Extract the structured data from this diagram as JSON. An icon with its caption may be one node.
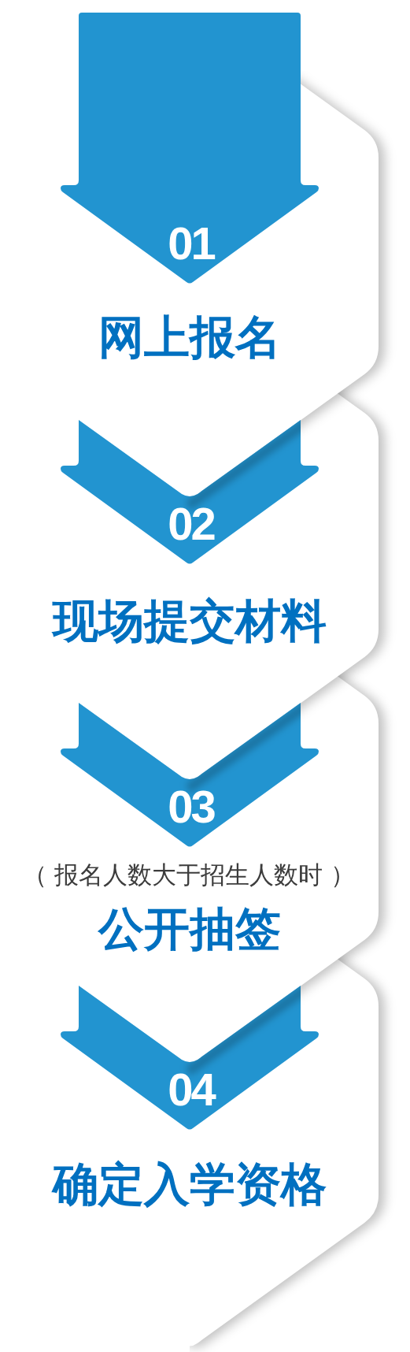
{
  "diagram": {
    "nodes": [
      {
        "text": [
          "01"
        ],
        "beside": [
          "网上报名"
        ]
      },
      {
        "text": [
          "02"
        ],
        "beside": [
          "现场提交材料"
        ]
      },
      {
        "text": [
          "03"
        ],
        "beside": [
          "（ 报名人数大于招生人数时 ）",
          "公开抽签"
        ]
      },
      {
        "text": [
          "04"
        ],
        "beside": [
          "确定入学资格"
        ]
      }
    ]
  }
}
